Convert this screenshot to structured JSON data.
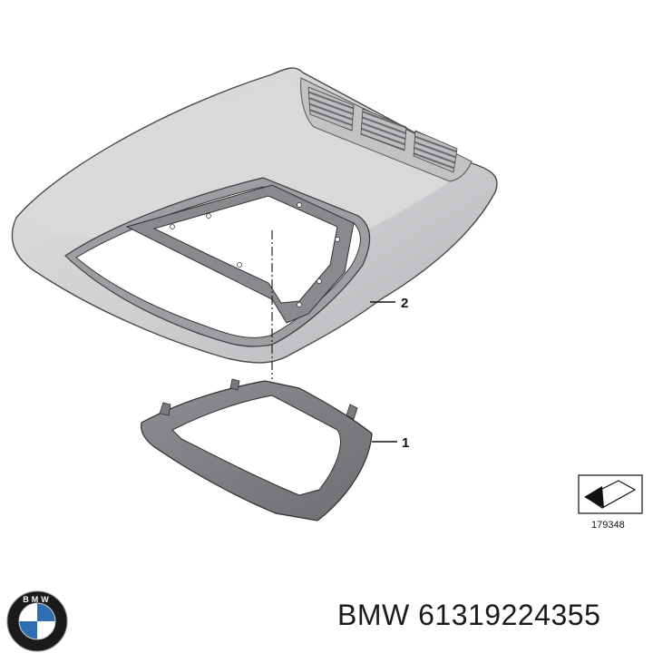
{
  "callouts": {
    "part_1": "1",
    "part_2": "2"
  },
  "reference_number": "179348",
  "brand_logo": {
    "name": "bmw-logo",
    "text": "BMW",
    "colors": {
      "blue": "#2f6fb0",
      "ring": "#1a1a1a",
      "white": "#ffffff"
    }
  },
  "footer": {
    "part_number": "BMW 61319224355"
  },
  "colors": {
    "trim_light": "#d2d2d4",
    "trim_shadow": "#a9a9ad",
    "frame_dark": "#7e7e82",
    "outline": "#3a3a3a"
  }
}
